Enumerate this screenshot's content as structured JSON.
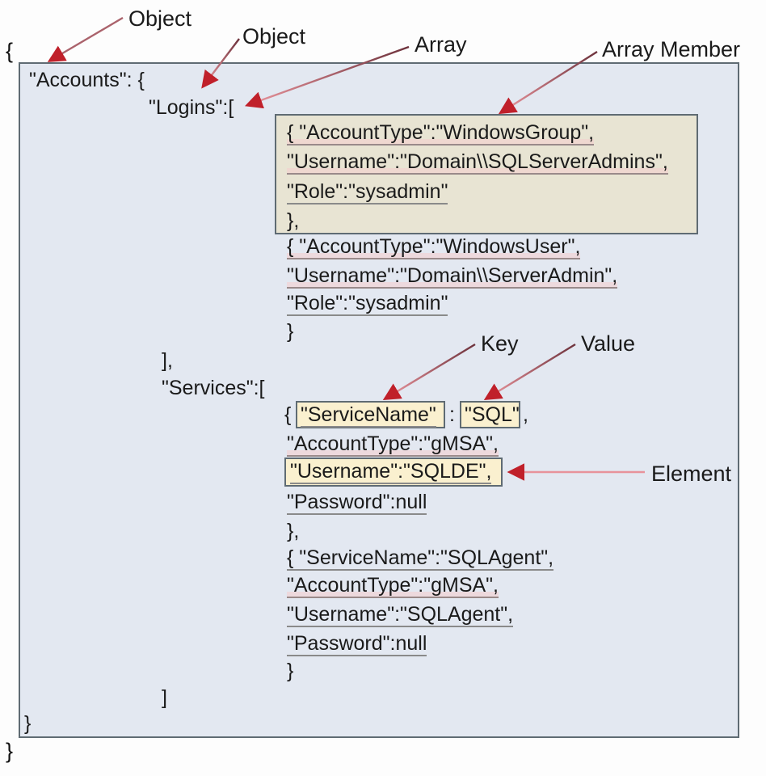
{
  "diagram": {
    "title": "JSON structure annotated diagram",
    "outer": {
      "open_brace": "{",
      "close_brace": "}"
    },
    "code_lines": [
      {
        "id": "accounts",
        "text": "\"Accounts\": {"
      },
      {
        "id": "logins",
        "text": "\"Logins\":["
      },
      {
        "id": "login1_l1",
        "text": "{ \"AccountType\":\"WindowsGroup\","
      },
      {
        "id": "login1_l2",
        "text": "\"Username\":\"Domain\\\\SQLServerAdmins\","
      },
      {
        "id": "login1_l3",
        "text": "\"Role\":\"sysadmin\""
      },
      {
        "id": "login1_l4",
        "text": "},"
      },
      {
        "id": "login2_l1",
        "text": "{ \"AccountType\":\"WindowsUser\","
      },
      {
        "id": "login2_l2",
        "text": "\"Username\":\"Domain\\\\ServerAdmin\","
      },
      {
        "id": "login2_l3",
        "text": "\"Role\":\"sysadmin\""
      },
      {
        "id": "login2_l4",
        "text": "}"
      },
      {
        "id": "logins_close",
        "text": "],"
      },
      {
        "id": "services",
        "text": "\"Services\":["
      },
      {
        "id": "svc1_l1_brace",
        "text": "{"
      },
      {
        "id": "svc1_l1_key",
        "text": "\"ServiceName\""
      },
      {
        "id": "svc1_l1_colon",
        "text": ":"
      },
      {
        "id": "svc1_l1_value",
        "text": "\"SQL\""
      },
      {
        "id": "svc1_l1_comma",
        "text": ","
      },
      {
        "id": "svc1_l2",
        "text": "\"AccountType\":\"gMSA\","
      },
      {
        "id": "svc1_l3",
        "text": "\"Username\":\"SQLDE\","
      },
      {
        "id": "svc1_l4",
        "text": "\"Password\":null"
      },
      {
        "id": "svc1_l5",
        "text": "},"
      },
      {
        "id": "svc2_l1",
        "text": "{ \"ServiceName\":\"SQLAgent\","
      },
      {
        "id": "svc2_l2",
        "text": "\"AccountType\":\"gMSA\","
      },
      {
        "id": "svc2_l3",
        "text": "\"Username\":\"SQLAgent\","
      },
      {
        "id": "svc2_l4",
        "text": "\"Password\":null"
      },
      {
        "id": "svc2_l5",
        "text": "}"
      },
      {
        "id": "services_close",
        "text": "]"
      },
      {
        "id": "accounts_close",
        "text": "}"
      }
    ],
    "labels": {
      "object_1": "Object",
      "object_2": "Object",
      "array": "Array",
      "array_member": "Array Member",
      "key": "Key",
      "value": "Value",
      "element": "Element"
    },
    "colors": {
      "outer_box_fill": "#e3e8f1",
      "outer_box_border": "#5f6b73",
      "array_member_fill": "#e8e4d3",
      "inline_highlight_fill": "#faf0cf",
      "arrow_dark": "#7a3b46",
      "arrow_head": "#c0202a",
      "arrow_light": "#e8939b",
      "text": "#1a1a1a",
      "page_background": "#fdfdfd"
    }
  }
}
